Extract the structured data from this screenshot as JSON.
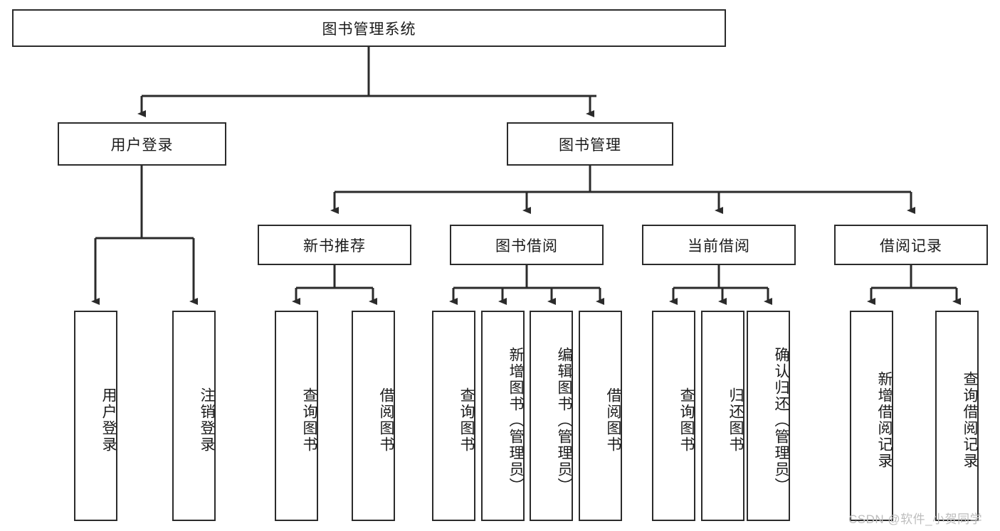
{
  "diagram": {
    "type": "tree",
    "title": "图书管理系统",
    "root": {
      "label": "图书管理系统"
    },
    "level2": [
      {
        "label": "用户登录"
      },
      {
        "label": "图书管理"
      }
    ],
    "level3": [
      {
        "label": "新书推荐"
      },
      {
        "label": "图书借阅"
      },
      {
        "label": "当前借阅"
      },
      {
        "label": "借阅记录"
      }
    ],
    "leaves": {
      "user_login": [
        {
          "label": "用户登录"
        },
        {
          "label": "注销登录"
        }
      ],
      "new_book_recommend": [
        {
          "label": "查询图书"
        },
        {
          "label": "借阅图书"
        }
      ],
      "book_borrow": [
        {
          "label": "查询图书"
        },
        {
          "label": "新增图书（管理员）"
        },
        {
          "label": "编辑图书（管理员）"
        },
        {
          "label": "借阅图书"
        }
      ],
      "current_borrow": [
        {
          "label": "查询图书"
        },
        {
          "label": "归还图书"
        },
        {
          "label": "确认归还（管理员）"
        }
      ],
      "borrow_record": [
        {
          "label": "新增借阅记录"
        },
        {
          "label": "查询借阅记录"
        }
      ]
    }
  },
  "watermark": {
    "text": "CSDN @软件_小贺同学"
  },
  "colors": {
    "stroke": "#2b2b2b",
    "fill": "#ffffff",
    "text": "#1b1b1b",
    "watermark": "#bdbdbd"
  }
}
